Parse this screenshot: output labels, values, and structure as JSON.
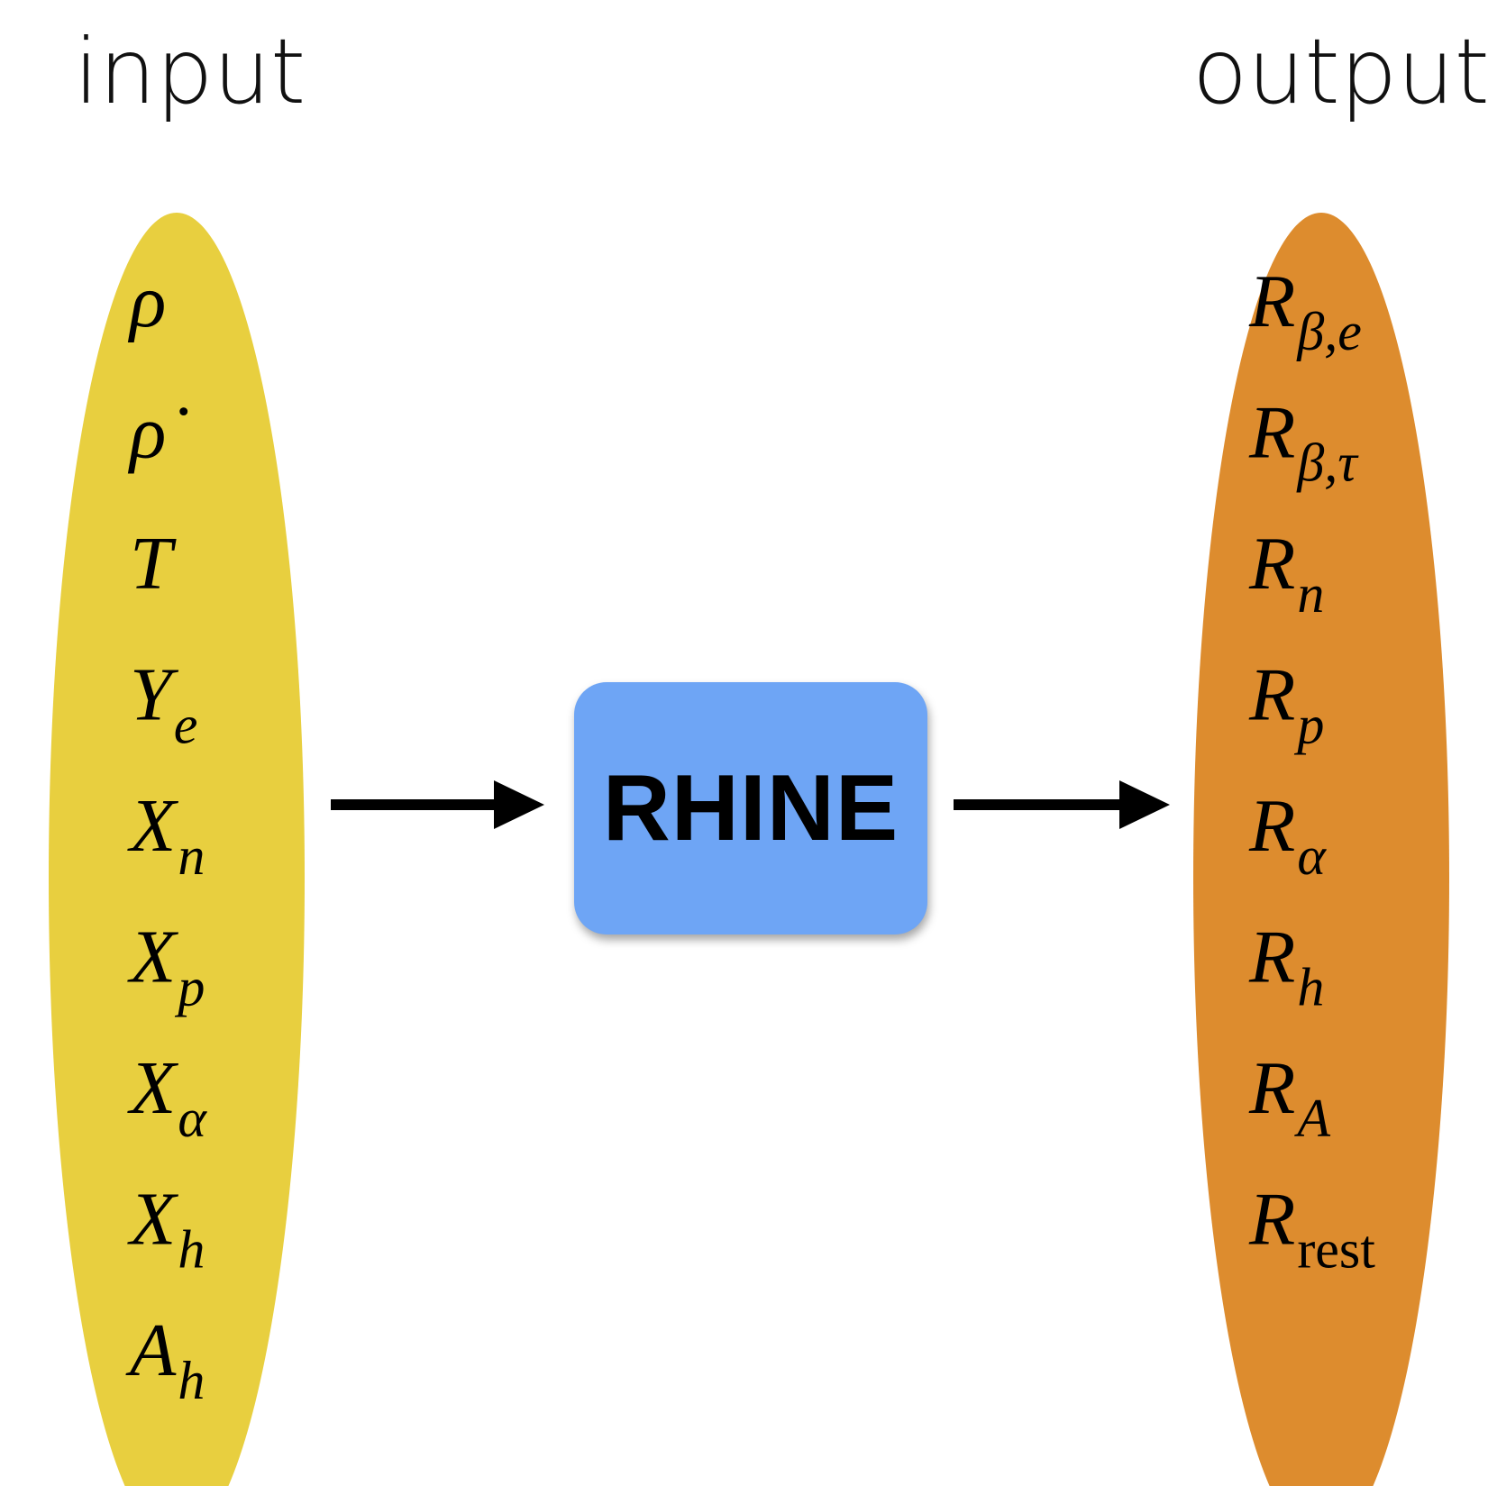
{
  "headings": {
    "input": "input",
    "output": "output"
  },
  "colors": {
    "input_fill": "#E8CF3F",
    "output_fill": "#DD8C2E",
    "box_fill": "#6EA5F5",
    "arrow": "#000000"
  },
  "process": {
    "label": "RHINE"
  },
  "inputs": [
    {
      "base": "ρ",
      "sub": ""
    },
    {
      "base": "ρ̇",
      "sub": ""
    },
    {
      "base": "T",
      "sub": ""
    },
    {
      "base": "Y",
      "sub": "e"
    },
    {
      "base": "X",
      "sub": "n"
    },
    {
      "base": "X",
      "sub": "p"
    },
    {
      "base": "X",
      "sub": "α"
    },
    {
      "base": "X",
      "sub": "h"
    },
    {
      "base": "A",
      "sub": "h"
    }
  ],
  "outputs": [
    {
      "base": "R",
      "sub": "β,e"
    },
    {
      "base": "R",
      "sub": "β,τ"
    },
    {
      "base": "R",
      "sub": "n"
    },
    {
      "base": "R",
      "sub": "p"
    },
    {
      "base": "R",
      "sub": "α"
    },
    {
      "base": "R",
      "sub": "h"
    },
    {
      "base": "R",
      "sub": "A"
    },
    {
      "base": "R",
      "sub": "rest",
      "upright_sub": true
    }
  ]
}
